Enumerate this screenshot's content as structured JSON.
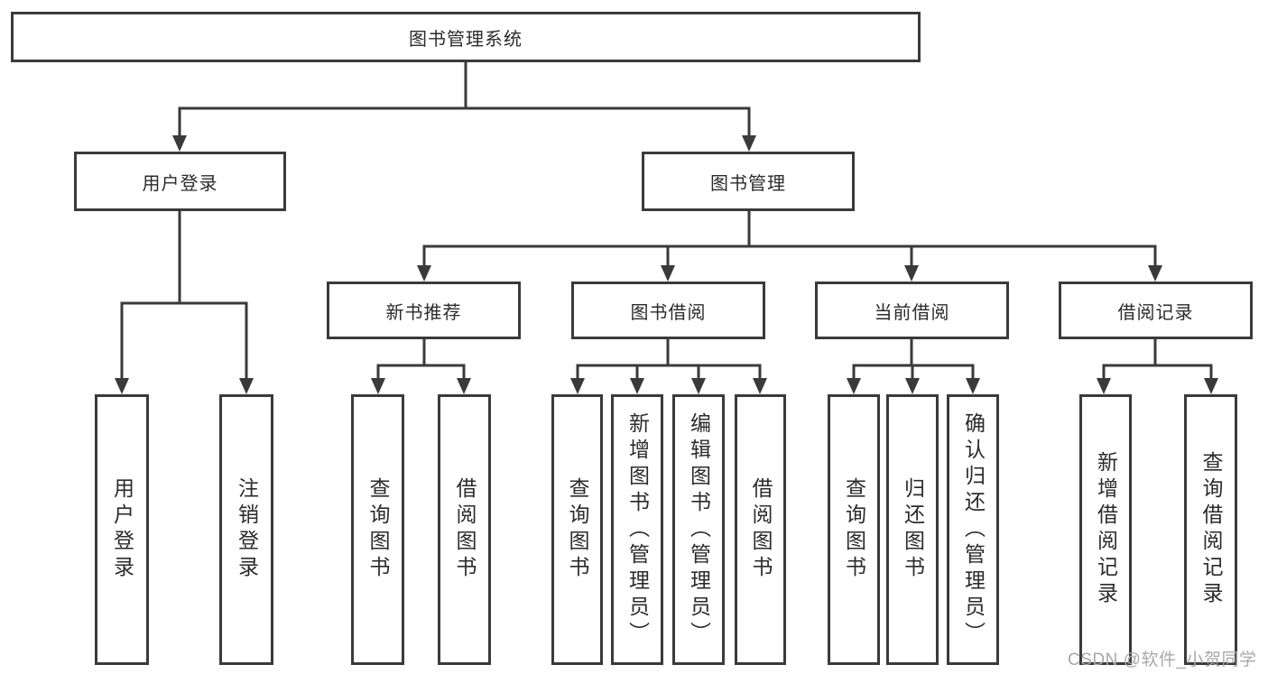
{
  "diagram": {
    "root": {
      "label": "图书管理系统"
    },
    "level2": [
      {
        "label": "用户登录"
      },
      {
        "label": "图书管理"
      }
    ],
    "level3": [
      {
        "label": "新书推荐"
      },
      {
        "label": "图书借阅"
      },
      {
        "label": "当前借阅"
      },
      {
        "label": "借阅记录"
      }
    ],
    "leaves": {
      "user": [
        {
          "label": "用户登录"
        },
        {
          "label": "注销登录"
        }
      ],
      "newbook": [
        {
          "label": "查询图书"
        },
        {
          "label": "借阅图书"
        }
      ],
      "borrow": [
        {
          "label": "查询图书"
        },
        {
          "label": "新增图书（管理员）"
        },
        {
          "label": "编辑图书（管理员）"
        },
        {
          "label": "借阅图书"
        }
      ],
      "current": [
        {
          "label": "查询图书"
        },
        {
          "label": "归还图书"
        },
        {
          "label": "确认归还（管理员）"
        }
      ],
      "records": [
        {
          "label": "新增借阅记录"
        },
        {
          "label": "查询借阅记录"
        }
      ]
    },
    "watermark": "CSDN @软件_小贺同学",
    "colors": {
      "line": "#3a3a3a",
      "text": "#2b2b2b",
      "watermark": "#a8a8a8",
      "background": "#ffffff"
    }
  }
}
